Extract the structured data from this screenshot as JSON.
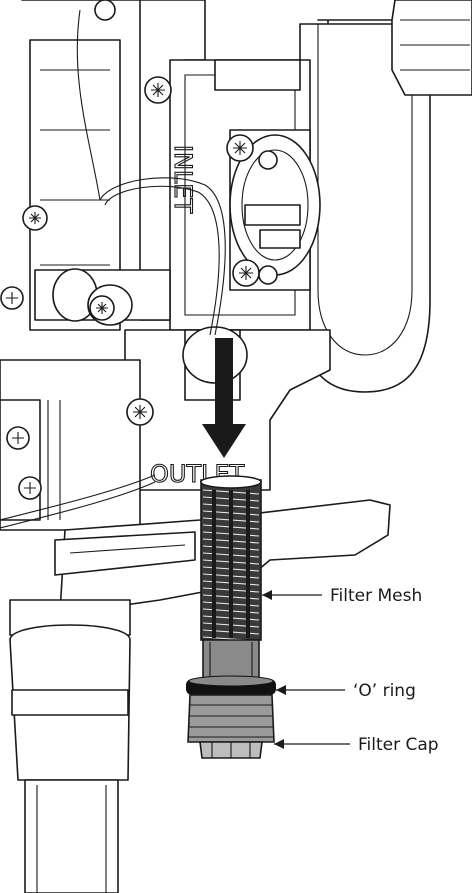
{
  "callouts": {
    "filter_mesh": "Filter Mesh",
    "o_ring": "‘O’ ring",
    "filter_cap": "Filter Cap"
  },
  "markings": {
    "outlet": "OUTLET",
    "inlet": "INLET"
  },
  "colors": {
    "line": "#1a1a1a",
    "background": "#ffffff",
    "mesh_dark": "#3a3a3a",
    "filter_body_grey": "#8a8a8a",
    "o_ring": "#111111",
    "cap_grey": "#9a9a9a"
  }
}
